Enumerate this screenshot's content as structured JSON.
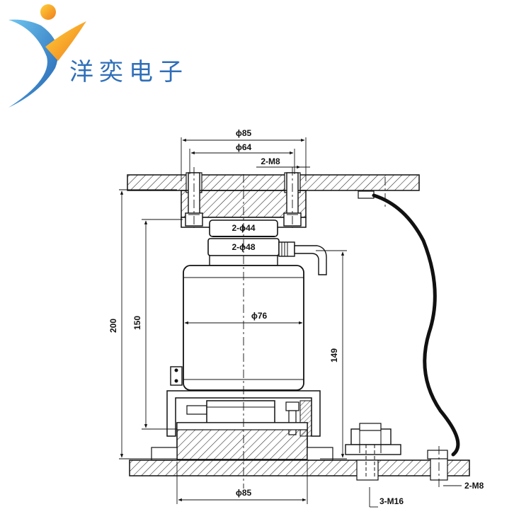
{
  "brand": {
    "name": "洋奕电子",
    "colors": {
      "blue": "#2f6fb8",
      "cyan": "#4db1e6",
      "orange": "#f39a2a"
    }
  },
  "drawing": {
    "dims": {
      "top_outer_dia": "ϕ85",
      "top_inner_dia": "ϕ64",
      "top_bolts": "2-M8",
      "ring1": "2-ϕ44",
      "ring2": "2-ϕ48",
      "body_dia": "ϕ76",
      "height_total": "200",
      "height_150": "150",
      "height_149": "149",
      "base_dia": "ϕ85",
      "base_bolts": "3-M16",
      "cable_bolts": "2-M8"
    }
  }
}
